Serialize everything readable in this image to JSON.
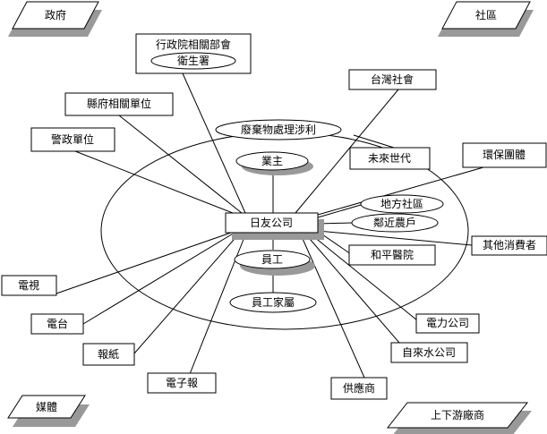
{
  "categories": {
    "government": "政府",
    "community": "社區",
    "media": "媒體",
    "supply_chain": "上下游廠商"
  },
  "center": "日友公司",
  "nodes": {
    "executive_yuan": "行政院相關部會",
    "health_dept": "衛生署",
    "taiwan_society": "台灣社會",
    "county_units": "縣府相關單位",
    "police": "警政單位",
    "waste_interest": "廢棄物處理涉利",
    "future_generations": "未來世代",
    "env_groups": "環保團體",
    "owner": "業主",
    "local_community": "地方社區",
    "nearby_farmers": "鄰近農戶",
    "other_consumers": "其他消費者",
    "heping_hospital": "和平醫院",
    "employees": "員工",
    "employee_families": "員工家屬",
    "tv": "電視",
    "radio": "電台",
    "newspaper": "報紙",
    "e_paper": "電子報",
    "suppliers": "供應商",
    "power_company": "電力公司",
    "water_company": "自來水公司"
  }
}
